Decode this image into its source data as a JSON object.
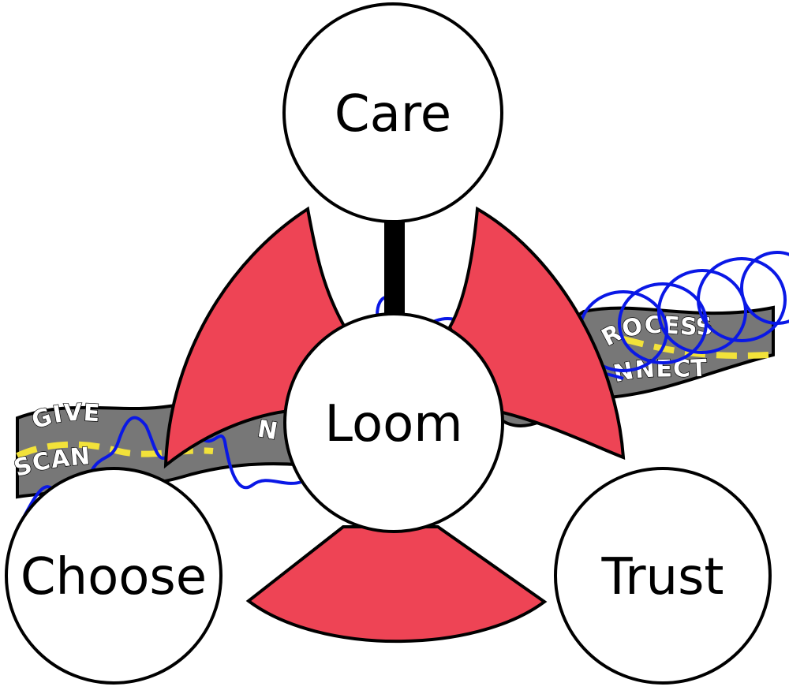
{
  "nodes": {
    "care": "Care",
    "loom": "Loom",
    "choose": "Choose",
    "trust": "Trust"
  },
  "left_band": {
    "upper_label": "GIVE",
    "lower_label": "SCAN",
    "middle_fragment": "N"
  },
  "right_band": {
    "upper_label": "ROCESS",
    "lower_label": "NNECT"
  },
  "colors": {
    "petal": "#ee4455",
    "band": "#777777",
    "thread": "#0a18e6",
    "dashes": "#f2e23a",
    "outline": "#000000",
    "node_fill": "#ffffff"
  }
}
